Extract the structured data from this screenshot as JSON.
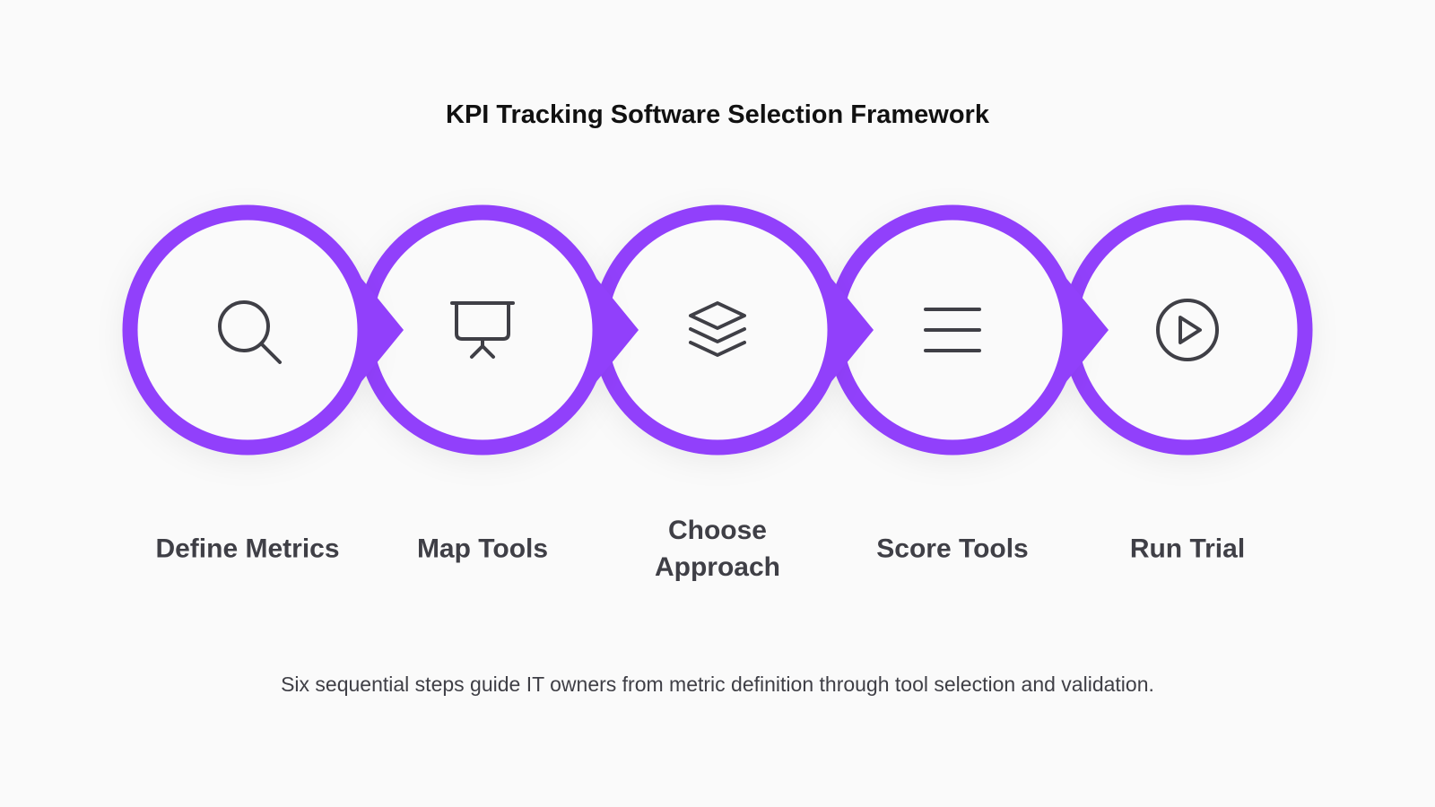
{
  "title": "KPI Tracking Software Selection Framework",
  "colors": {
    "accent": "#9140fb",
    "icon": "#3f3f46",
    "text": "#3f3f46",
    "title": "#111111",
    "background": "#fafafa"
  },
  "steps": [
    {
      "label": "Define Metrics",
      "icon": "search-icon"
    },
    {
      "label": "Map Tools",
      "icon": "presentation-board-icon"
    },
    {
      "label": "Choose Approach",
      "icon": "layers-icon"
    },
    {
      "label": "Score Tools",
      "icon": "list-icon"
    },
    {
      "label": "Run Trial",
      "icon": "play-circle-icon"
    }
  ],
  "caption": "Six sequential steps guide IT owners from metric definition through tool selection and validation."
}
